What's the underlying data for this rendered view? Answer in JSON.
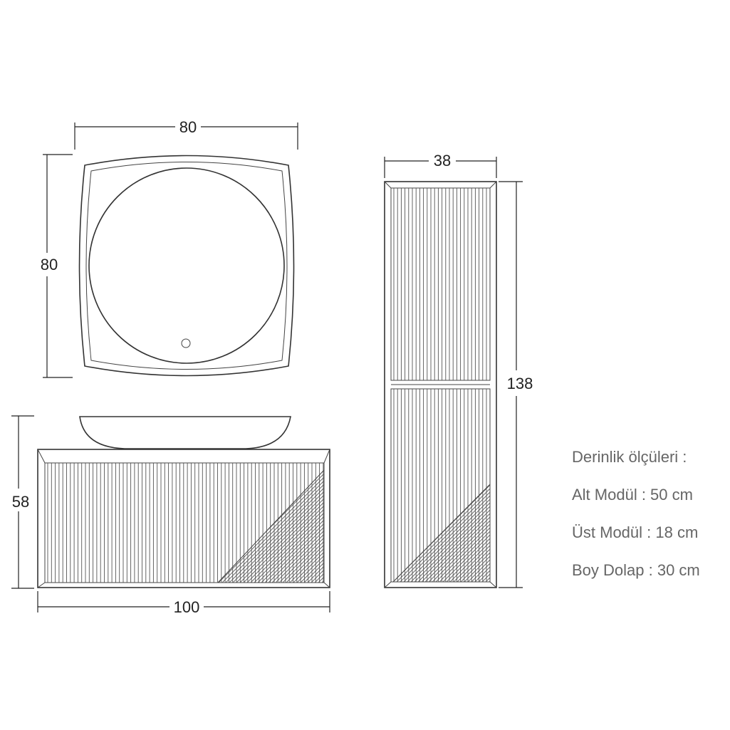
{
  "dimensions": {
    "mirror_width": "80",
    "mirror_height": "80",
    "base_height": "58",
    "base_width": "100",
    "tall_width": "38",
    "tall_height": "138"
  },
  "notes": {
    "heading": "Derinlik ölçüleri :",
    "lines": [
      "Alt Modül  : 50 cm",
      "Üst Modül : 18 cm",
      "Boy Dolap : 30 cm"
    ]
  }
}
